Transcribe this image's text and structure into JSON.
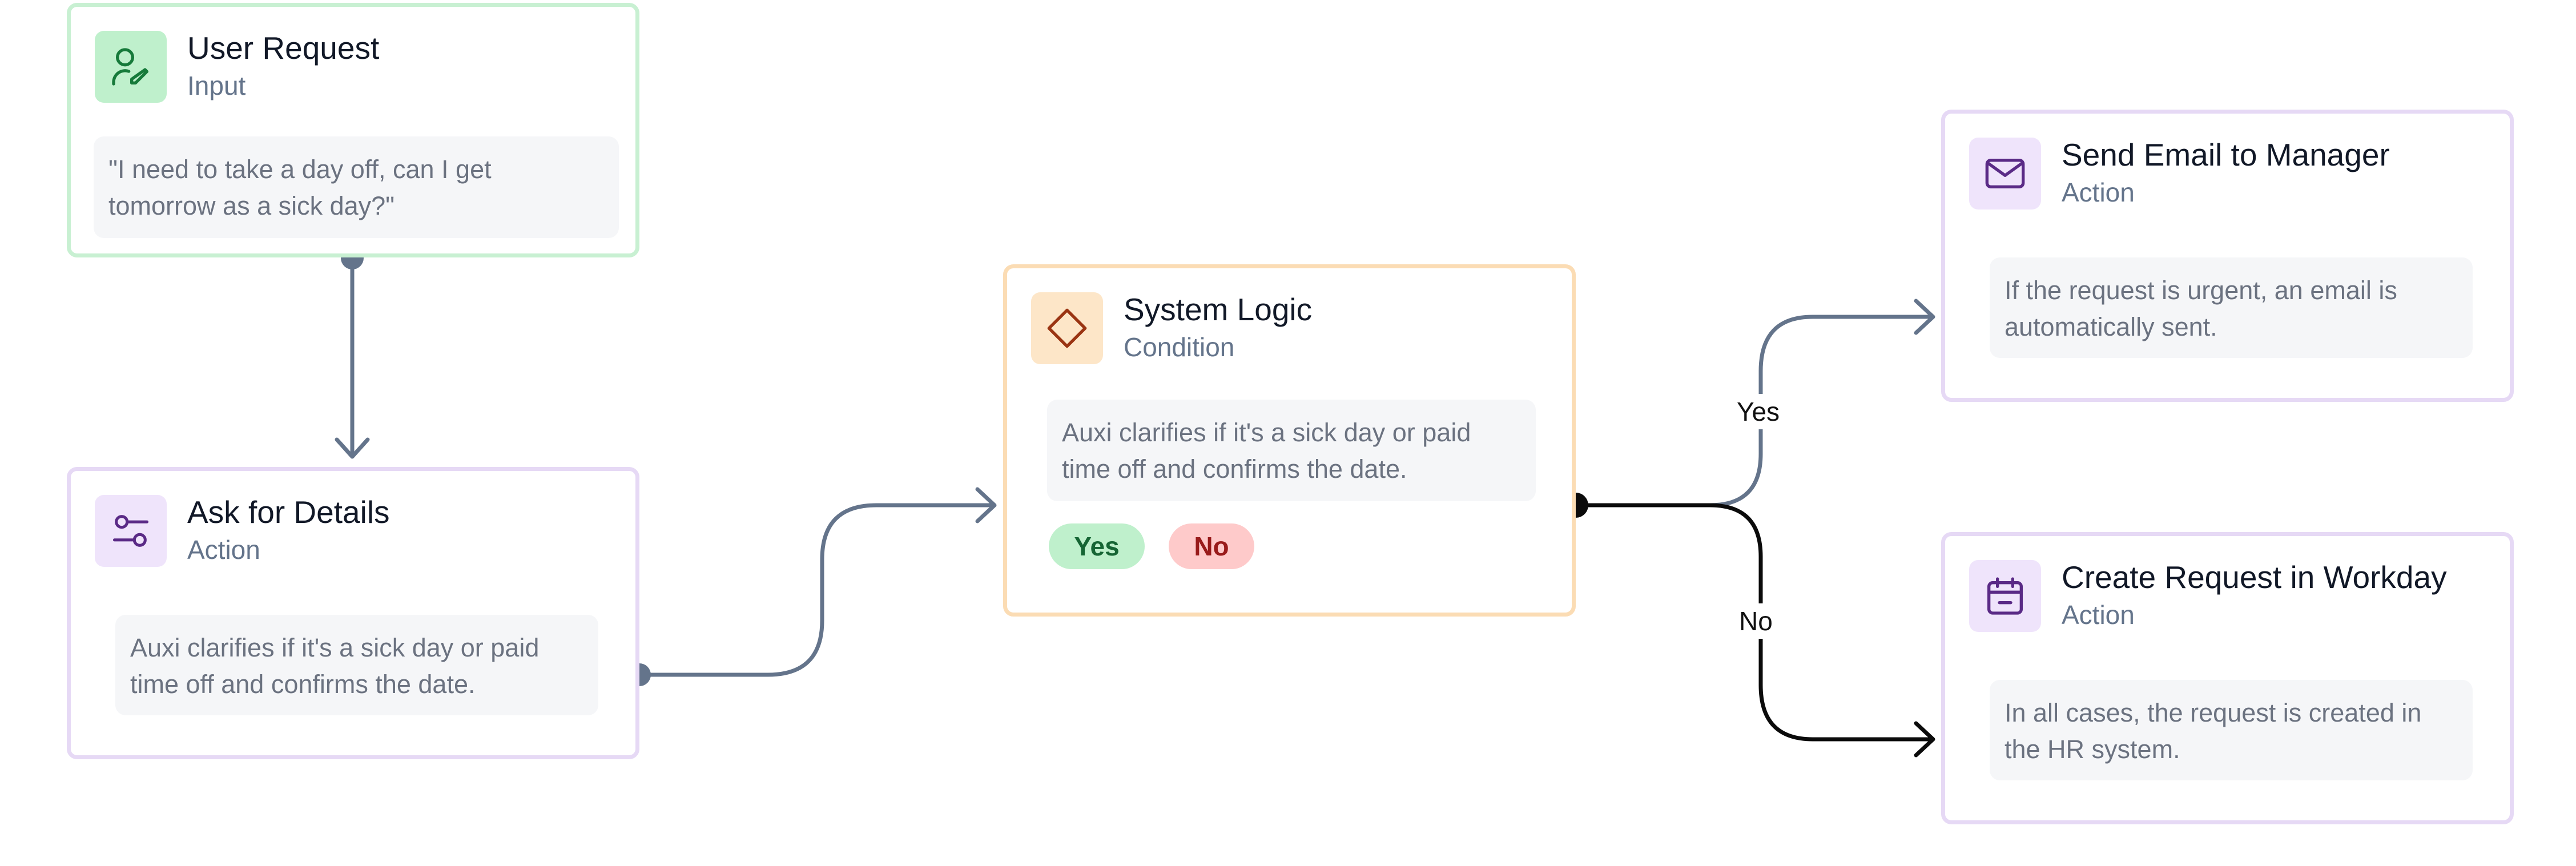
{
  "nodes": {
    "user_request": {
      "title": "User Request",
      "type": "Input",
      "text": "\"I need to take a day off, can I get tomorrow as a sick day?\""
    },
    "ask_details": {
      "title": "Ask for Details",
      "type": "Action",
      "text": "Auxi clarifies if it's a sick day or paid time off and confirms the date."
    },
    "system_logic": {
      "title": "System Logic",
      "type": "Condition",
      "text": "Auxi clarifies if it's a sick day or paid time off and confirms the date.",
      "yes_badge": "Yes",
      "no_badge": "No"
    },
    "send_email": {
      "title": "Send Email to Manager",
      "type": "Action",
      "text": "If the request is urgent, an email is automatically sent."
    },
    "create_request": {
      "title": "Create Request in Workday",
      "type": "Action",
      "text": "In all cases, the request is created in the HR system."
    }
  },
  "edges": {
    "yes_label": "Yes",
    "no_label": "No"
  },
  "colors": {
    "input_border": "#c8f0d2",
    "action_border": "#e6d9f5",
    "condition_border": "#fbdcb4",
    "connector_gray": "#64748b",
    "connector_dark": "#0b0b0b"
  }
}
